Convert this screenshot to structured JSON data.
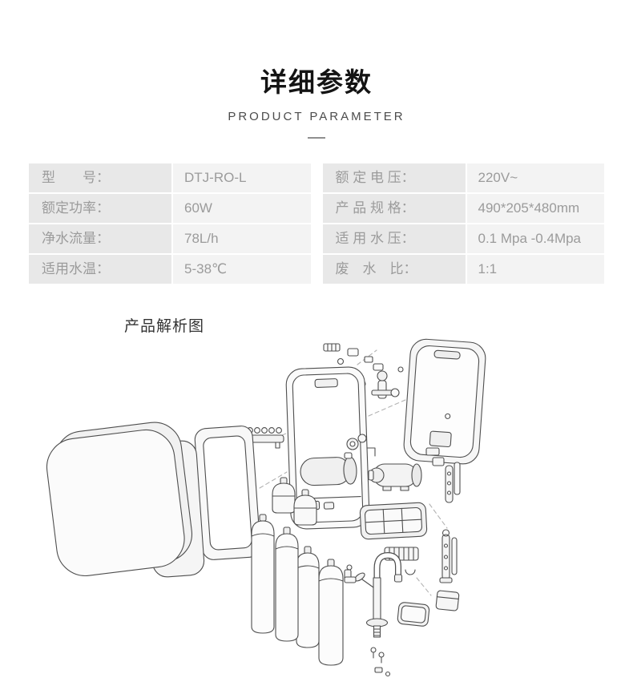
{
  "header": {
    "title": "详细参数",
    "subtitle": "PRODUCT PARAMETER"
  },
  "specs": {
    "left": [
      {
        "label": "型　　号：",
        "value": "DTJ-RO-L"
      },
      {
        "label": "额定功率：",
        "value": "60W"
      },
      {
        "label": "净水流量：",
        "value": "78L/h"
      },
      {
        "label": "适用水温：",
        "value": "5-38℃"
      }
    ],
    "right": [
      {
        "label": "额 定 电 压：",
        "value": "220V~"
      },
      {
        "label": "产 品 规 格：",
        "value": "490*205*480mm"
      },
      {
        "label": "适 用 水 压：",
        "value": "0.1 Mpa -0.4Mpa"
      },
      {
        "label": "废　水　比：",
        "value": "1:1"
      }
    ]
  },
  "diagram": {
    "title": "产品解析图"
  },
  "colors": {
    "label_cell_bg": "#e8e8e8",
    "value_cell_bg": "#f3f3f3",
    "spec_text": "#9b9b9b",
    "line_art": "#4e4e4e"
  }
}
